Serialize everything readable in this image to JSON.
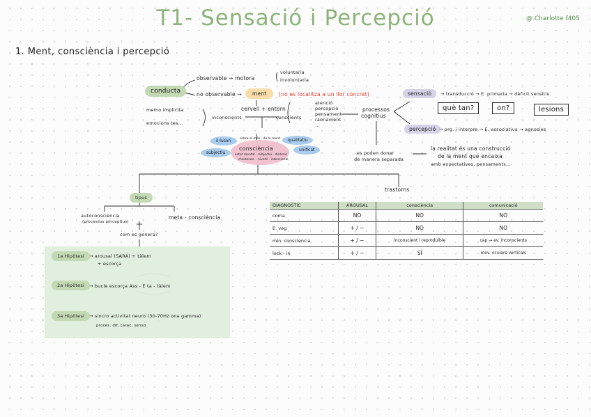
{
  "title": "T1- Sensació i Percepció",
  "handle": "@ Charlotte f405",
  "section_heading": "1. Ment, consciència i percepció",
  "map": {
    "conducta": "conducta",
    "observable": "observable → motora",
    "voluntaria": "voluntaria",
    "involuntaria": "involuntaria",
    "no_observable": "no observable →",
    "ment": "ment",
    "ment_note": "(no es localitza a un llor concret)",
    "memo_implicita": "memo implicita",
    "emocions": "emocions tes...",
    "inconscients": "inconscients",
    "cervell_entorn": "cervell + entorn",
    "conscients": "conscients",
    "atencio_list": [
      "atenció",
      "percepció",
      "pensament",
      "raonament",
      "..."
    ],
    "processos": "processos",
    "cognitius": "cognitius",
    "sensacio": "sensació",
    "sensacio_chain": "→ transducció → E. primaria → dèficit sensitiu",
    "que_tan": "què tan?",
    "on": "on?",
    "lesions": "lesions",
    "percepcio": "percepció",
    "percepcio_chain": "→ org. i interpre → E. associativa → agnosies",
    "es_poden_donar": "es poden donar",
    "manera_separada": "de manera separada",
    "realitat_1": "la realitat és una construcció",
    "realitat_2": "de la ment que encaixa",
    "realitat_3": "amb expectatives, pensaments...",
    "consciencia": "consciència",
    "consciencia_sub": "estat mental · subjectiu · dinàmic",
    "consciencia_sub2": "d'autocon. · nivells · intencional",
    "unitari": "il·lusori",
    "subjectiu": "subjectiu",
    "qualitatiu": "qualitatiu",
    "unificat": "unificat",
    "ment_sub": "sobre el món · de la ment"
  },
  "tipus": {
    "label": "tipus",
    "autoconsciencia": "autoconsciència",
    "autoconsciencia_sub": "(processos perceptius)",
    "meta": "meta - consciència",
    "com_es_genera": "com es genera?"
  },
  "hypotheses": [
    {
      "label": "1a Hipòtesi",
      "text": "→ arousal (SARA) + tàlem",
      "text2": "+ escorça"
    },
    {
      "label": "2a Hipòtesi",
      "text": "→ bucle escorça Ass - E ta - tàlem",
      "text2": ""
    },
    {
      "label": "3a Hipòtesi",
      "text": "→ sincro activitat neuro (30-70Hz ona gamma)",
      "text2": "proces. dif. carac. senso"
    }
  ],
  "trastorns": {
    "title": "trastorns",
    "headers": [
      "DIAGNOSTIC",
      "AROUSAL",
      "consciència",
      "comunicació"
    ],
    "rows": [
      [
        "coma",
        "NO",
        "NO",
        "NO"
      ],
      [
        "E. veg",
        "+ / −",
        "NO",
        "NO"
      ],
      [
        "min. consciencia",
        "+ / −",
        "inconscient i reproduïble",
        "cap → ev. inconscients"
      ],
      [
        "lock - in",
        "+ / −",
        "SÍ",
        "mov. oculars verticals"
      ]
    ]
  },
  "colors": {
    "title_green": "#8db37b",
    "ment_yellow": "#f8dcaa",
    "conducta_green": "#c3d9b4",
    "consciencia_pink": "#f1c3d1",
    "pill_blue": "#a9cbed",
    "panel_green": "#dfeedc",
    "note_red": "#e5352a"
  }
}
